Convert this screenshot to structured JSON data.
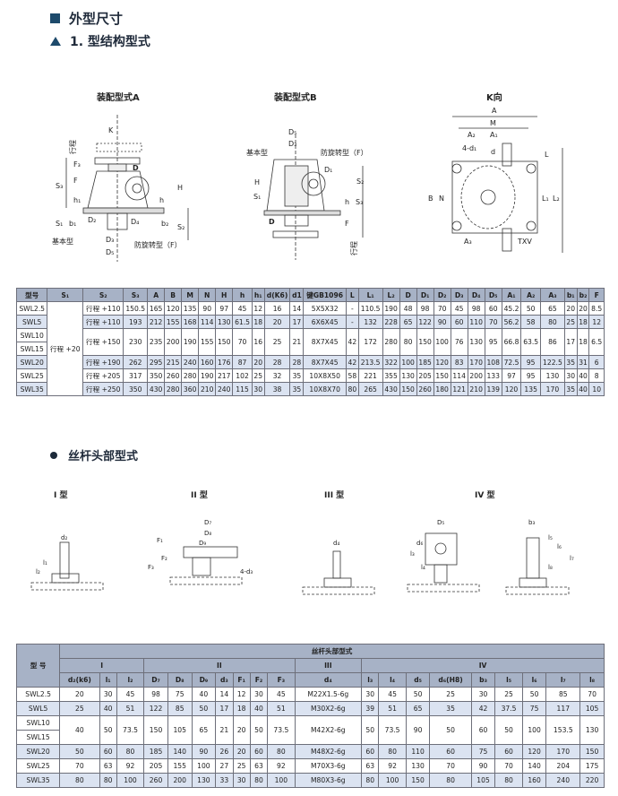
{
  "headings": {
    "section": "外型尺寸",
    "subsection": "1. 型结构型式",
    "section2": "丝杆头部型式"
  },
  "drawings": {
    "a": {
      "title": "装配型式A",
      "labels": {
        "k": "K",
        "stroke": "行程",
        "f3": "F₃",
        "d": "D",
        "s3": "S₃",
        "f": "F",
        "h1": "h₁",
        "h": "h",
        "H": "H",
        "s1": "S₁",
        "b1": "b₁",
        "d2": "D₂",
        "d4": "D₄",
        "b2": "b₂",
        "s2": "S₂",
        "basic": "基本型",
        "d3": "D₃",
        "d5": "D₅",
        "anti": "防旋转型（F）"
      }
    },
    "b": {
      "title": "装配型式B",
      "labels": {
        "basic": "基本型",
        "d5": "D₅",
        "d3": "D₃",
        "anti": "防旋转型（F）",
        "s1": "S₁",
        "d1": "D₁",
        "s2": "S₂",
        "H": "H",
        "h": "h",
        "s3": "S₃",
        "d": "D",
        "f": "F",
        "stroke": "行程"
      }
    },
    "k": {
      "title": "K向",
      "labels": {
        "a": "A",
        "m": "M",
        "a2": "A₂",
        "a1": "A₁",
        "hole": "4-d₁",
        "d": "d",
        "l": "L",
        "b": "B",
        "n": "N",
        "l1": "L₁",
        "l2": "L₂",
        "a3": "A₃",
        "txv": "TXV"
      }
    },
    "heads": {
      "t1": "I 型",
      "t2": "II 型",
      "t3": "III 型",
      "t4": "IV 型",
      "labels": {
        "d2": "d₂",
        "l1": "l₁",
        "l2": "l₂",
        "d7": "D₇",
        "d8": "D₈",
        "d9": "D₉",
        "f1": "F₁",
        "f2": "F₂",
        "f3": "F₃",
        "hole": "4-d₃",
        "d4": "d₄",
        "d5": "D₅",
        "l3": "l₃",
        "l4": "l₄",
        "d6": "d₆",
        "b3": "b₃",
        "l5": "l₅",
        "l6": "l₆",
        "l7": "l₇",
        "l8": "l₈"
      }
    }
  },
  "table1": {
    "headers": [
      "型号",
      "S₁",
      "S₂",
      "S₃",
      "A",
      "B",
      "M",
      "N",
      "H",
      "h",
      "h₁",
      "d(K6)",
      "d1",
      "键GB1096",
      "L",
      "L₁",
      "L₂",
      "D",
      "D₁",
      "D₂",
      "D₃",
      "D₄",
      "D₅",
      "A₁",
      "A₂",
      "A₃",
      "b₁",
      "b₂",
      "F"
    ],
    "s1": "行程 +20",
    "groups": [
      {
        "models": [
          "SWL2.5"
        ],
        "values": [
          "行程 +110",
          "150.5",
          "165",
          "120",
          "135",
          "90",
          "97",
          "45",
          "12",
          "16",
          "14",
          "5X5X32",
          "-",
          "110.5",
          "190",
          "48",
          "98",
          "70",
          "45",
          "98",
          "60",
          "45.2",
          "50",
          "65",
          "20",
          "20",
          "8.5"
        ]
      },
      {
        "models": [
          "SWL5"
        ],
        "values": [
          "行程 +110",
          "193",
          "212",
          "155",
          "168",
          "114",
          "130",
          "61.5",
          "18",
          "20",
          "17",
          "6X6X45",
          "-",
          "132",
          "228",
          "65",
          "122",
          "90",
          "60",
          "110",
          "70",
          "56.2",
          "58",
          "80",
          "25",
          "18",
          "12"
        ]
      },
      {
        "models": [
          "SWL10",
          "SWL15"
        ],
        "values": [
          "行程 +150",
          "230",
          "235",
          "200",
          "190",
          "155",
          "150",
          "70",
          "16",
          "25",
          "21",
          "8X7X45",
          "42",
          "172",
          "280",
          "80",
          "150",
          "100",
          "76",
          "130",
          "95",
          "66.8",
          "63.5",
          "86",
          "17",
          "18",
          "6.5"
        ]
      },
      {
        "models": [
          "SWL20"
        ],
        "values": [
          "行程 +190",
          "262",
          "295",
          "215",
          "240",
          "160",
          "176",
          "87",
          "20",
          "28",
          "28",
          "8X7X45",
          "42",
          "213.5",
          "322",
          "100",
          "185",
          "120",
          "83",
          "170",
          "108",
          "72.5",
          "95",
          "122.5",
          "35",
          "31",
          "6"
        ]
      },
      {
        "models": [
          "SWL25"
        ],
        "values": [
          "行程 +205",
          "317",
          "350",
          "260",
          "280",
          "190",
          "217",
          "102",
          "25",
          "32",
          "35",
          "10X8X50",
          "58",
          "221",
          "355",
          "130",
          "205",
          "150",
          "114",
          "200",
          "133",
          "97",
          "95",
          "130",
          "30",
          "40",
          "8"
        ]
      },
      {
        "models": [
          "SWL35"
        ],
        "values": [
          "行程 +250",
          "350",
          "430",
          "280",
          "360",
          "210",
          "240",
          "115",
          "30",
          "38",
          "35",
          "10X8X70",
          "80",
          "265",
          "430",
          "150",
          "260",
          "180",
          "121",
          "210",
          "139",
          "120",
          "135",
          "170",
          "35",
          "40",
          "10"
        ]
      }
    ]
  },
  "table2": {
    "model_header": "型 号",
    "title": "丝杆头部型式",
    "types": [
      {
        "label": "I",
        "span": 3
      },
      {
        "label": "II",
        "span": 7
      },
      {
        "label": "III",
        "span": 1
      },
      {
        "label": "IV",
        "span": 9
      }
    ],
    "headers": [
      "d₂(k6)",
      "l₁",
      "l₂",
      "D₇",
      "D₈",
      "D₉",
      "d₃",
      "F₁",
      "F₂",
      "F₃",
      "d₄",
      "l₃",
      "l₄",
      "d₅",
      "d₆(H8)",
      "b₃",
      "l₅",
      "l₆",
      "l₇",
      "l₈"
    ],
    "groups": [
      {
        "models": [
          "SWL2.5"
        ],
        "values": [
          "20",
          "30",
          "45",
          "98",
          "75",
          "40",
          "14",
          "12",
          "30",
          "45",
          "M22X1.5-6g",
          "30",
          "45",
          "50",
          "25",
          "30",
          "25",
          "50",
          "85",
          "70"
        ]
      },
      {
        "models": [
          "SWL5"
        ],
        "values": [
          "25",
          "40",
          "51",
          "122",
          "85",
          "50",
          "17",
          "18",
          "40",
          "51",
          "M30X2-6g",
          "39",
          "51",
          "65",
          "35",
          "42",
          "37.5",
          "75",
          "117",
          "105"
        ]
      },
      {
        "models": [
          "SWL10",
          "SWL15"
        ],
        "values": [
          "40",
          "50",
          "73.5",
          "150",
          "105",
          "65",
          "21",
          "20",
          "50",
          "73.5",
          "M42X2-6g",
          "50",
          "73.5",
          "90",
          "50",
          "60",
          "50",
          "100",
          "153.5",
          "130"
        ]
      },
      {
        "models": [
          "SWL20"
        ],
        "values": [
          "50",
          "60",
          "80",
          "185",
          "140",
          "90",
          "26",
          "20",
          "60",
          "80",
          "M48X2-6g",
          "60",
          "80",
          "110",
          "60",
          "75",
          "60",
          "120",
          "170",
          "150"
        ]
      },
      {
        "models": [
          "SWL25"
        ],
        "values": [
          "70",
          "63",
          "92",
          "205",
          "155",
          "100",
          "27",
          "25",
          "63",
          "92",
          "M70X3-6g",
          "63",
          "92",
          "130",
          "70",
          "90",
          "70",
          "140",
          "204",
          "175"
        ]
      },
      {
        "models": [
          "SWL35"
        ],
        "values": [
          "80",
          "80",
          "100",
          "260",
          "200",
          "130",
          "33",
          "30",
          "80",
          "100",
          "M80X3-6g",
          "80",
          "100",
          "150",
          "80",
          "105",
          "80",
          "160",
          "240",
          "220"
        ]
      }
    ]
  }
}
